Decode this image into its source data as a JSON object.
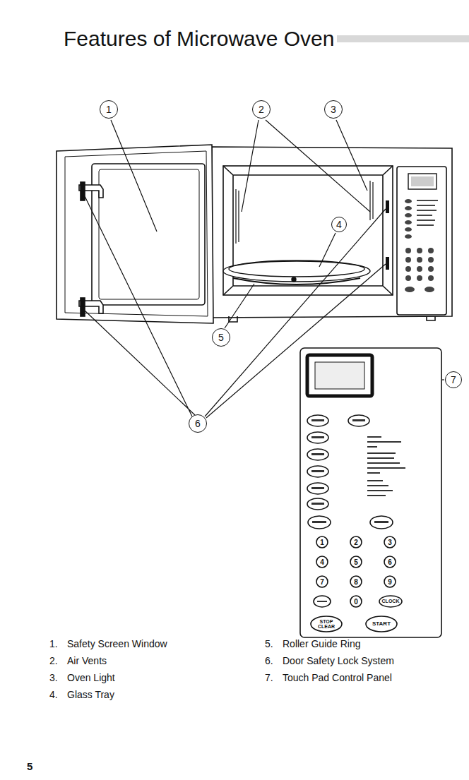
{
  "diagram": {
    "title": "Features of Microwave Oven",
    "nodes": [
      {
        "text": [
          "1"
        ]
      },
      {
        "text": [
          "2"
        ]
      },
      {
        "text": [
          "3"
        ]
      },
      {
        "text": [
          "4"
        ]
      },
      {
        "text": [
          "5"
        ]
      },
      {
        "text": [
          "6"
        ]
      },
      {
        "text": [
          "7"
        ]
      }
    ],
    "labels": [
      "1",
      "2",
      "3",
      "4",
      "5",
      "6",
      "7",
      "8",
      "9",
      "0",
      "CLOCK",
      "STOP CLEAR",
      "START",
      "1.",
      "Safety Screen Window",
      "2.",
      "Air Vents",
      "3.",
      "Oven Light",
      "4.",
      "Glass Tray",
      "5.",
      "Roller Guide Ring",
      "6.",
      "Door Safety Lock System",
      "7.",
      "Touch Pad Control Panel",
      "5"
    ]
  }
}
